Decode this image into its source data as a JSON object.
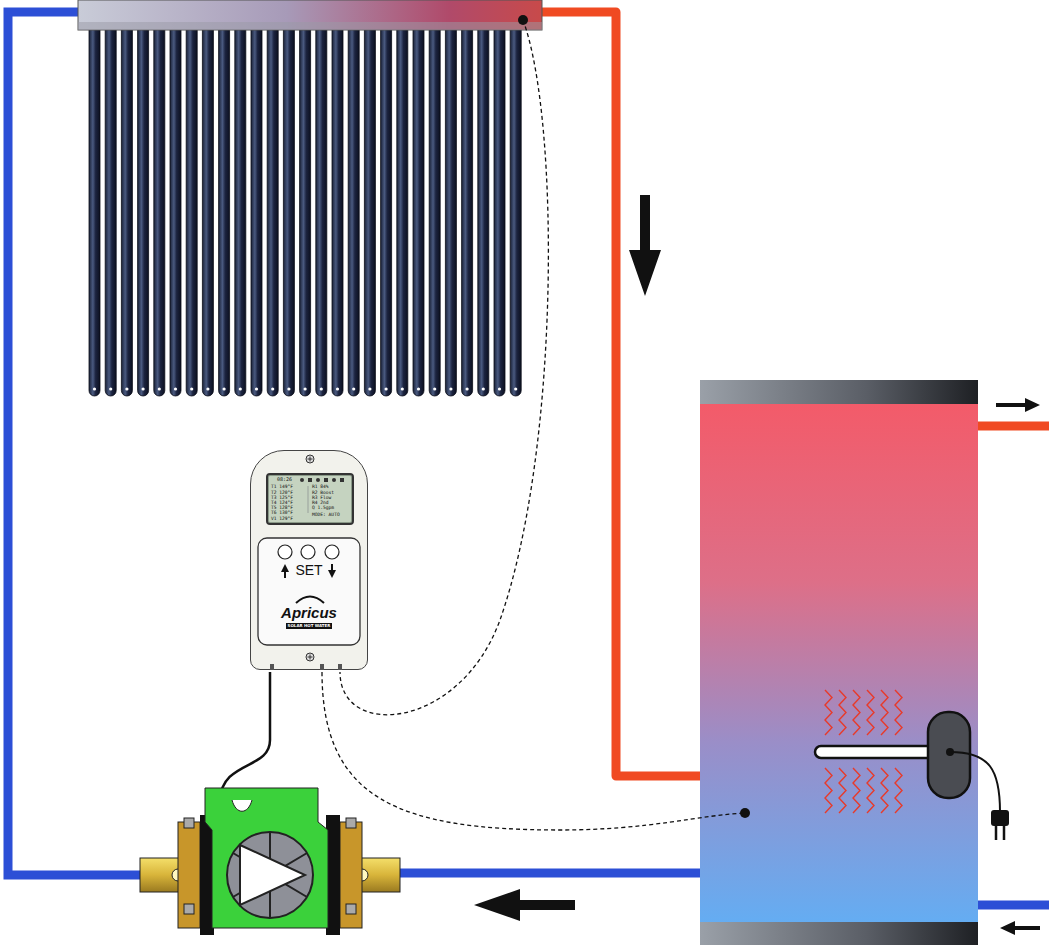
{
  "diagram": {
    "nodes": [
      {
        "text": [
          "SET",
          "Apricus",
          "SOLAR HOT WATER"
        ]
      },
      {
        "text": [
          "08:26",
          "T1 149°F",
          "T2 120°F",
          "T3 125°F",
          "T4 124°F",
          "T5 128°F",
          "T6 130°F",
          "V1 129°F",
          "R1 84%",
          "R2 Boost",
          "R3 Flow",
          "R4 2nd",
          "Q 1.5gpm",
          "MODE: AUTO"
        ],
        "in": 0
      }
    ]
  }
}
